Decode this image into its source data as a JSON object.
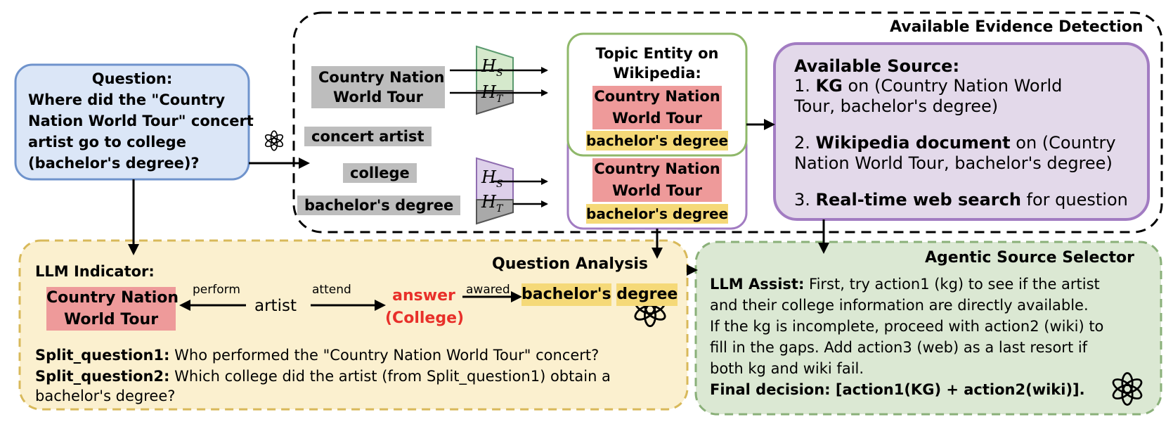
{
  "colors": {
    "question_fill": "#dbe6f7",
    "question_border": "#6f93cc",
    "evidence_border": "#000000",
    "topic_border": "#8fb86a",
    "topic_fill": "#ffffff",
    "purple_border": "#a27cc2",
    "source_fill": "#e3d9ea",
    "analysis_fill": "#fbf0cf",
    "analysis_border": "#d8b95a",
    "selector_fill": "#dbe8d3",
    "selector_border": "#8ab079",
    "red_highlight": "#ee9a9a",
    "yellow_highlight": "#f5d978",
    "gray_highlight": "#bdbdbd",
    "answer_red": "#e8302a"
  },
  "question": {
    "title": "Question:",
    "lines": [
      "Where did the \"Country",
      "Nation World Tour\" concert",
      "artist go to college",
      "(bachelor's degree)?"
    ]
  },
  "evidence_detection": {
    "title": "Available Evidence Detection",
    "entities": {
      "e1_line1": "Country Nation",
      "e1_line2": "World Tour",
      "e2": "concert artist",
      "e3": "college",
      "e4": "bachelor's degree"
    },
    "heads": {
      "hs": "H",
      "hs_sub": "S",
      "ht": "H",
      "ht_sub": "T"
    },
    "topic_entity": {
      "title_line1": "Topic Entity on",
      "title_line2": "Wikipedia:",
      "item1_line1": "Country Nation",
      "item1_line2": "World Tour",
      "item2": "bachelor's degree"
    },
    "second_entity": {
      "item1_line1": "Country Nation",
      "item1_line2": "World Tour",
      "item2": "bachelor's degree"
    },
    "available_source": {
      "title": "Available Source:",
      "s1_num": "1. ",
      "s1_bold": "KG",
      "s1_rest": " on (Country Nation World",
      "s1_line2": "Tour, bachelor's degree)",
      "s2_num": "2. ",
      "s2_bold": "Wikipedia document",
      "s2_rest": " on (Country",
      "s2_line2": "Nation World Tour, bachelor's degree)",
      "s3_num": "3. ",
      "s3_bold": "Real-time web search",
      "s3_rest": " for question"
    }
  },
  "question_analysis": {
    "title": "Question Analysis",
    "indicator": "LLM Indicator:",
    "node1_line1": "Country Nation",
    "node1_line2": "World Tour",
    "node2": "artist",
    "node3_line1": "answer",
    "node3_line2": "(College)",
    "node4_line1": "bachelor's",
    "node4_line2": "degree",
    "edge1": "perform",
    "edge2": "attend",
    "edge3": "awared",
    "split1_label": "Split_question1:",
    "split1_text": " Who performed the \"Country Nation World Tour\" concert?",
    "split2_label": "Split_question2:",
    "split2_text": " Which college did the artist (from Split_question1) obtain a",
    "split2_line2": "bachelor's degree?"
  },
  "selector": {
    "title": "Agentic Source Selector",
    "assist_label": "LLM Assist:",
    "assist_line1": " First, try action1 (kg) to see if the artist",
    "line2": "and their college information are directly available.",
    "line3": "If the kg is incomplete, proceed with action2 (wiki) to",
    "line4": "fill in the gaps. Add action3 (web) as a last resort if",
    "line5": "both kg and wiki fail.",
    "final_label": "Final decision:",
    "final_text": " [action1(KG) + action2(wiki)]."
  }
}
